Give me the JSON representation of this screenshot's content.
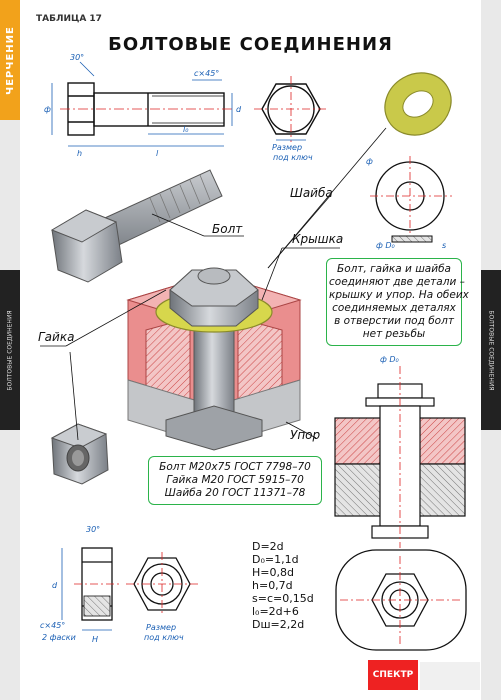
{
  "header": {
    "table_label": "ТАБЛИЦА 17",
    "title": "БОЛТОВЫЕ СОЕДИНЕНИЯ",
    "side_tab": "ЧЕРЧЕНИЕ",
    "side_left": "БОЛТОВЫЕ СОЕДИНЕНИЯ",
    "side_right": "БОЛТОВЫЕ СОЕДИНЕНИЯ"
  },
  "dims": {
    "angle30": "30°",
    "chamfer": "c×45°",
    "d": "d",
    "l0": "l₀",
    "l": "l",
    "h": "h",
    "phi": "ф",
    "wrench_size": "Размер",
    "wrench_sub": "под ключ",
    "phi_d0": "ф D₀",
    "s": "s",
    "chamfer2": "c×45°",
    "two_chamfers": "2 фаски",
    "H": "H"
  },
  "labels": {
    "bolt": "Болт",
    "washer": "Шайба",
    "cover": "Крышка",
    "nut": "Гайка",
    "stop": "Упор"
  },
  "note": {
    "lines": [
      "Болт, гайка и шайба",
      "соединяют две детали –",
      "крышку и упор. На обеих",
      "соединяемых деталях",
      "в отверстии под болт",
      "нет резьбы"
    ]
  },
  "spec": {
    "lines": [
      "Болт М20х75 ГОСТ 7798–70",
      "Гайка М20 ГОСТ 5915–70",
      "Шайба 20 ГОСТ 11371–78"
    ]
  },
  "formulas": {
    "lines": [
      "D=2d",
      "D₀=1,1d",
      "H=0,8d",
      "h=0,7d",
      "s=c=0,15d",
      "l₀=2d+6",
      "Dш=2,2d"
    ]
  },
  "footer": {
    "logo": "СПЕКТР"
  },
  "colors": {
    "dimension": "#1a5fb4",
    "axis": "#d22",
    "note_border": "#2bb34a",
    "cover_pink": "#e98b8b",
    "washer_yellow": "#d6d64a",
    "steel": "#a9adb3"
  }
}
